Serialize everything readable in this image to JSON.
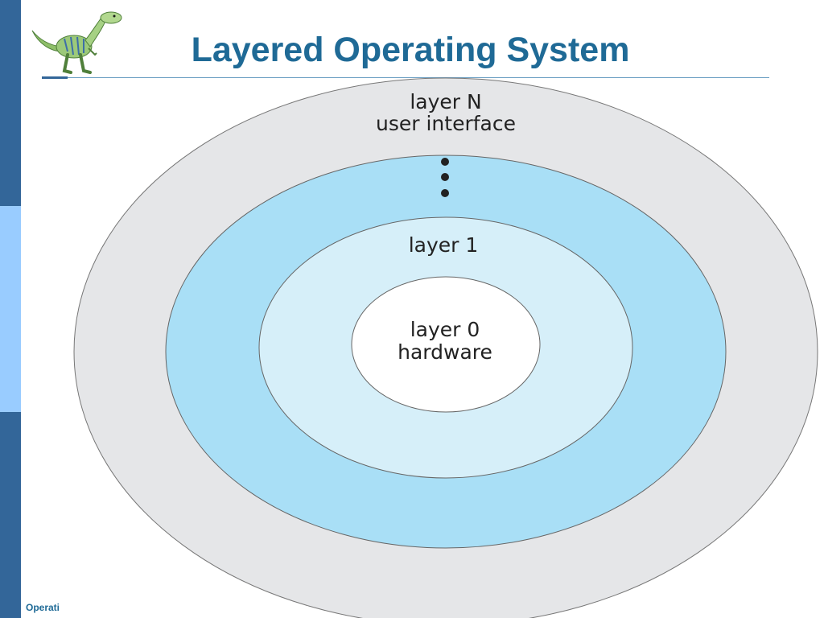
{
  "slide": {
    "title": "Layered Operating System",
    "footer_text": "Operati"
  },
  "icons": {
    "logo": "dinosaur-icon"
  },
  "colors": {
    "title": "#1f6a96",
    "side_bar_dark": "#336699",
    "side_bar_light": "#99ccff",
    "outer_ring": "#e5e6e8",
    "layer_band": "#a9dff6",
    "layer_1_ring": "#d6eff9",
    "core": "#ffffff"
  },
  "diagram": {
    "layer_n_label": "layer N",
    "layer_n_sublabel": "user interface",
    "layer_1_label": "layer 1",
    "layer_0_label": "layer 0",
    "layer_0_sublabel": "hardware"
  }
}
